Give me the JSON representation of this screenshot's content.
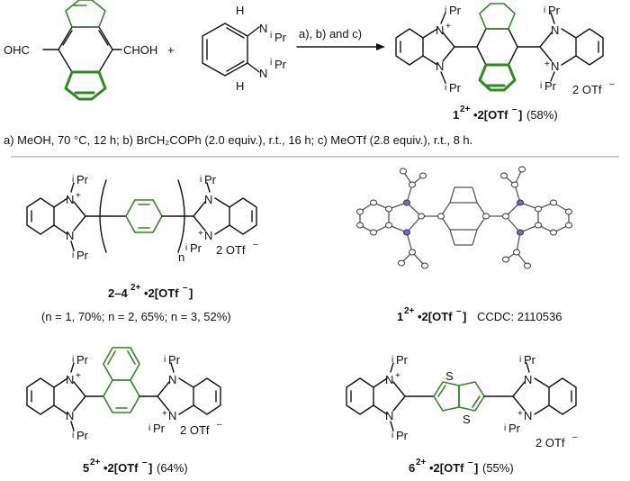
{
  "colors": {
    "ink": "#111111",
    "green": "#2e8b1e",
    "nitrogen": "#6b6bdc"
  },
  "reaction": {
    "reagent1_left": "OHC",
    "reagent1_right": "CHOH",
    "plus": "+",
    "nh_top": "H",
    "n_top": "N",
    "ipr_top": "Pr",
    "nh_bottom": "N",
    "ipr_bottom": "Pr",
    "h_bottom": "H",
    "arrow_label": "a), b) and c)",
    "product_label_main": "1",
    "product_label_sup": "2+",
    "product_label_salt": "•2[OTf",
    "product_label_sup2": "–",
    "product_label_end": "]",
    "product_yield": "(58%)",
    "counterion": "2 OTf",
    "counterion_sup": "–",
    "conditions": "a) MeOH, 70 °C, 12 h; b) BrCH₂COPh (2.0 equiv.), r.t., 16 h; c) MeOTf (2.8 equiv.), r.t., 8 h."
  },
  "atoms": {
    "n": "N",
    "n_plus": "+",
    "ipr_i": "i",
    "ipr_pr": "Pr",
    "s": "S",
    "n_sub": "n",
    "otf": "2 OTf",
    "otf_sup": "–"
  },
  "compounds": {
    "c24": {
      "label": "2–4",
      "sup": "2+",
      "salt": "•2[OTf",
      "sup2": "–",
      "end": "]",
      "yields": "(n = 1, 70%; n = 2, 65%; n = 3, 52%)"
    },
    "xray": {
      "label": "1",
      "sup": "2+",
      "salt": "•2[OTf",
      "sup2": "–",
      "end": "]",
      "ccdc": "CCDC: 2110536"
    },
    "c5": {
      "label": "5",
      "sup": "2+",
      "salt": "•2[OTf",
      "sup2": "–",
      "end": "]",
      "yield": "(64%)"
    },
    "c6": {
      "label": "6",
      "sup": "2+",
      "salt": "•2[OTf",
      "sup2": "–",
      "end": "]",
      "yield": "(55%)"
    }
  }
}
